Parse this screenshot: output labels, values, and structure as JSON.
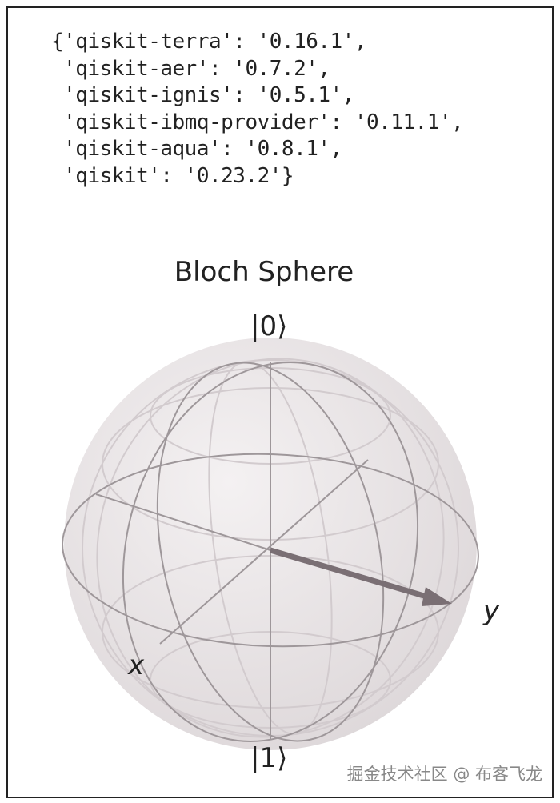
{
  "code_output": {
    "lines": [
      "{'qiskit-terra': '0.16.1',",
      " 'qiskit-aer': '0.7.2',",
      " 'qiskit-ignis': '0.5.1',",
      " 'qiskit-ibmq-provider': '0.11.1',",
      " 'qiskit-aqua': '0.8.1',",
      " 'qiskit': '0.23.2'}"
    ]
  },
  "bloch": {
    "title": "Bloch Sphere",
    "north_label": "|0⟩",
    "south_label": "|1⟩",
    "x_label": "x",
    "y_label": "y",
    "state_vector": "+y",
    "sphere_color": "#e9e4e6",
    "arrow_color": "#7a6f74"
  },
  "watermark": "掘金技术社区 @ 布客飞龙"
}
